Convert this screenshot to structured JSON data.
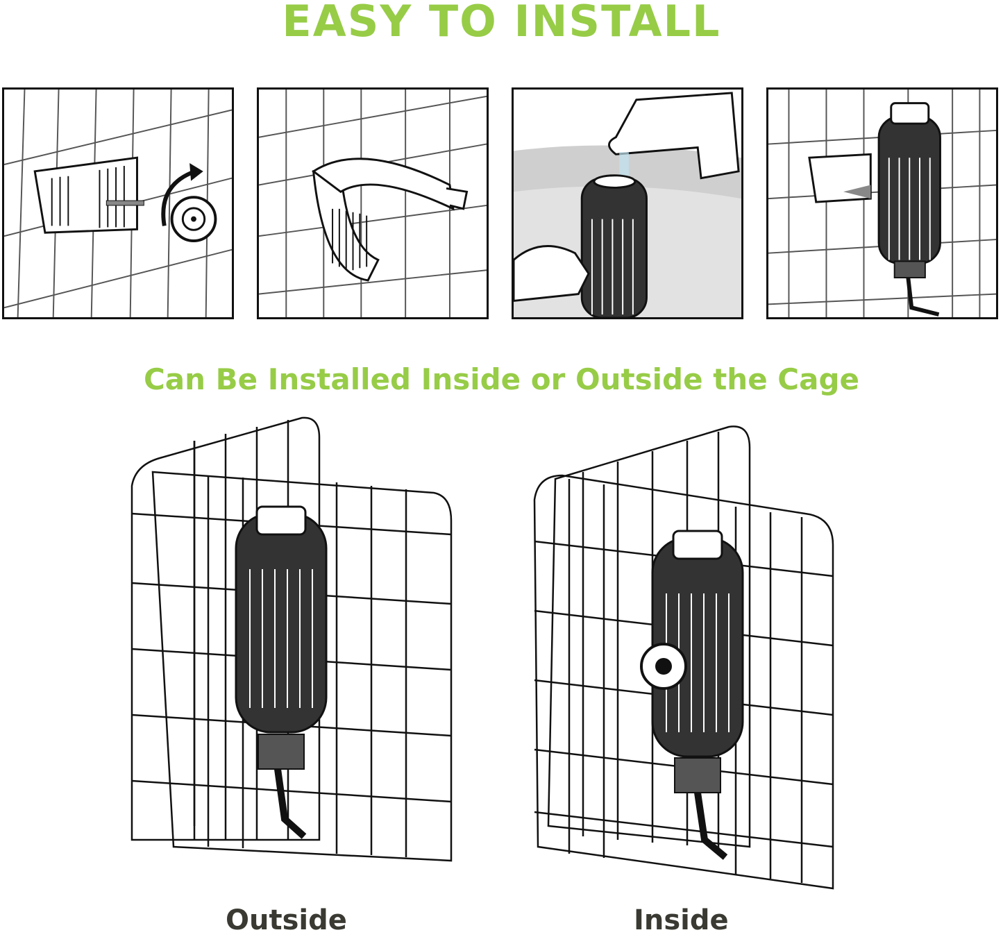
{
  "header": {
    "title": "EASY TO INSTALL"
  },
  "section": {
    "subtitle": "Can Be Installed Inside or Outside the Cage"
  },
  "steps": [
    {
      "icon": "clamp-and-knob-icon"
    },
    {
      "icon": "bracket-on-cage-icon"
    },
    {
      "icon": "fill-bottle-at-faucet-icon"
    },
    {
      "icon": "insert-bottle-into-bracket-icon"
    }
  ],
  "views": [
    {
      "label": "Outside",
      "icon": "bottle-outside-cage-icon"
    },
    {
      "label": "Inside",
      "icon": "bottle-inside-cage-icon"
    }
  ],
  "colors": {
    "accent": "#97cc47",
    "line": "#111111",
    "caption": "#3a3a33"
  }
}
